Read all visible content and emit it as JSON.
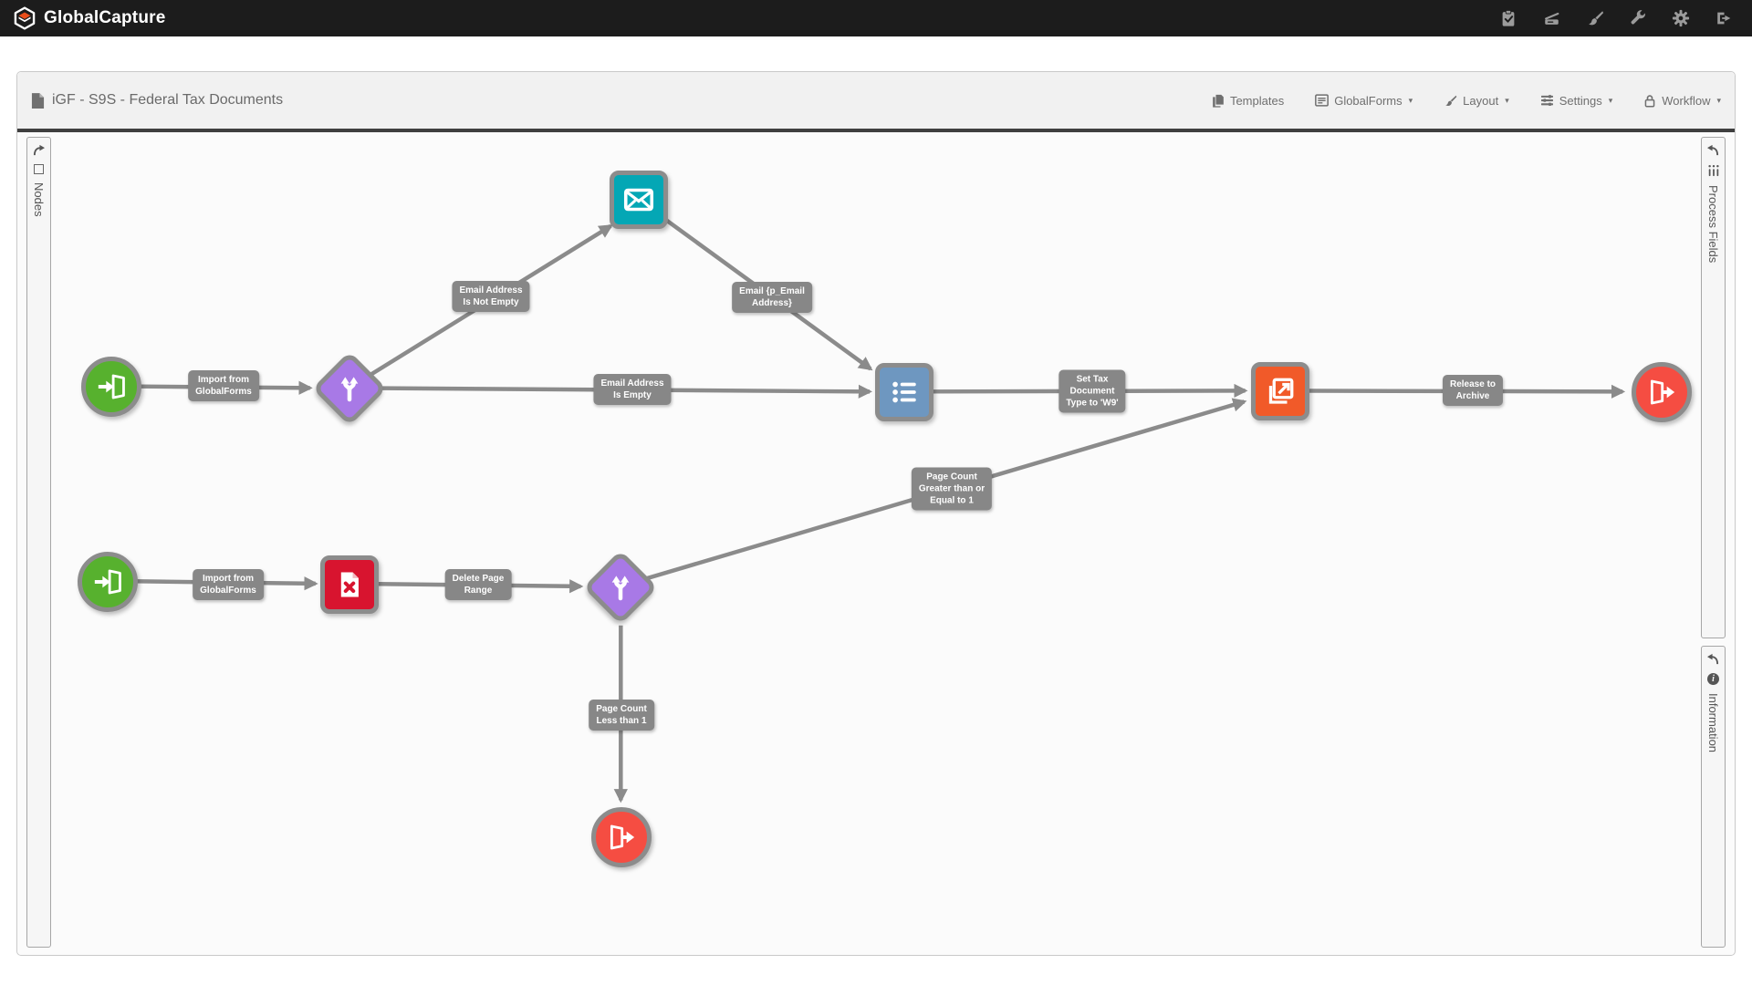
{
  "navbar": {
    "app_name": "GlobalCapture",
    "icons": [
      "clipboard-check-icon",
      "scanner-icon",
      "paintbrush-icon",
      "wrench-icon",
      "gear-icon",
      "sign-out-icon"
    ]
  },
  "document": {
    "title": "iGF - S9S - Federal Tax Documents"
  },
  "menus": {
    "templates": "Templates",
    "globalforms": "GlobalForms",
    "layout": "Layout",
    "settings": "Settings",
    "workflow": "Workflow"
  },
  "panels": {
    "left": "Nodes",
    "right_top": "Process Fields",
    "right_bottom": "Information"
  },
  "colors": {
    "navbar_bg": "#1c1c1c",
    "brand_orange": "#e94e1b",
    "node_green": "#57b12e",
    "node_purple": "#a879e6",
    "node_teal": "#04a7b5",
    "node_blue": "#6e97c0",
    "node_orange": "#f15a29",
    "node_red": "#f54d42",
    "node_crimson": "#d8142f",
    "edge_gray": "#8b8b8b",
    "label_bg": "#878787"
  },
  "workflow": {
    "nodes": [
      {
        "id": "start-import-1",
        "type": "import-from-globalforms",
        "shape": "circle",
        "color": "green"
      },
      {
        "id": "branch-email",
        "type": "branch",
        "shape": "diamond",
        "color": "purple"
      },
      {
        "id": "send-email",
        "type": "email",
        "shape": "square",
        "color": "teal"
      },
      {
        "id": "set-process-fields",
        "type": "set-fields",
        "shape": "square",
        "color": "blue"
      },
      {
        "id": "release-export",
        "type": "export",
        "shape": "square",
        "color": "orange"
      },
      {
        "id": "end-1",
        "type": "end",
        "shape": "circle",
        "color": "red"
      },
      {
        "id": "start-import-2",
        "type": "import-from-globalforms",
        "shape": "circle",
        "color": "green"
      },
      {
        "id": "delete-page",
        "type": "delete-page",
        "shape": "square",
        "color": "crimson"
      },
      {
        "id": "branch-page-count",
        "type": "branch",
        "shape": "diamond",
        "color": "purple"
      },
      {
        "id": "end-2",
        "type": "end",
        "shape": "circle",
        "color": "red"
      }
    ],
    "labels": [
      {
        "text": "Import from\nGlobalForms"
      },
      {
        "text": "Email Address\nIs Not Empty"
      },
      {
        "text": "Email {p_Email\nAddress}"
      },
      {
        "text": "Email Address\nIs Empty"
      },
      {
        "text": "Set Tax\nDocument\nType to 'W9'"
      },
      {
        "text": "Release to\nArchive"
      },
      {
        "text": "Import from\nGlobalForms"
      },
      {
        "text": "Delete Page\nRange"
      },
      {
        "text": "Page Count\nGreater than or\nEqual to 1"
      },
      {
        "text": "Page Count\nLess than 1"
      }
    ]
  }
}
